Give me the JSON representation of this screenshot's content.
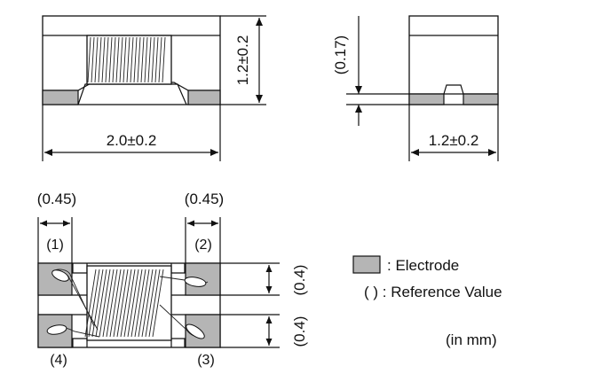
{
  "dimensions": {
    "length": "2.0±0.2",
    "height": "1.2±0.2",
    "width": "1.2±0.2",
    "electrode_thickness": "(0.17)",
    "left_electrode_width": "(0.45)",
    "right_electrode_width": "(0.45)",
    "upper_electrode_length": "(0.4)",
    "lower_electrode_length": "(0.4)"
  },
  "terminals": [
    "(1)",
    "(2)",
    "(3)",
    "(4)"
  ],
  "legend": {
    "electrode": ": Electrode",
    "reference": "( ) : Reference Value",
    "units": "(in mm)"
  },
  "colors": {
    "electrode_fill": "#b5b5b5",
    "line": "#111111"
  }
}
